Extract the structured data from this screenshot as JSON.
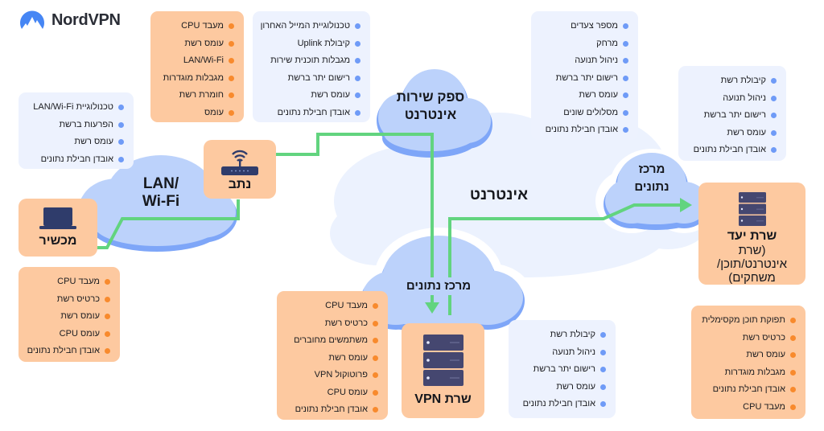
{
  "brand": {
    "name": "NordVPN",
    "logo_icon": "nordvpn-mountain-logo-icon"
  },
  "colors": {
    "panel_blue": "#edf2fe",
    "panel_orange": "#fdc9a0",
    "dot_blue": "#6f9bf7",
    "dot_orange": "#f88a2d",
    "cloud_light": "#bcd2fb",
    "cloud_shadow": "#7ea6f8",
    "internet_cloud": "#ecf2fe",
    "path_green": "#62d47f",
    "device_navy": "#2f3c6b"
  },
  "clouds": {
    "lan": "LAN/\nWi-Fi",
    "lan_line1": "LAN/",
    "lan_line2": "Wi-Fi",
    "isp_line1": "ספק שירות",
    "isp_line2": "אינטרנט",
    "internet": "אינטרנט",
    "datacenter_bottom": "מרכז נתונים",
    "datacenter_right_line1": "מרכז",
    "datacenter_right_line2": "נתונים"
  },
  "nodes": {
    "device": {
      "label": "מכשיר",
      "icon": "laptop-icon"
    },
    "router": {
      "label": "נתב",
      "icon": "router-icon"
    },
    "vpn_server": {
      "label": "שרת VPN",
      "icon": "server-icon"
    },
    "target_server": {
      "label": "שרת יעד",
      "sub1": "(שרת",
      "sub2": "אינטרנט/תוכן/",
      "sub3": "משחקים)",
      "icon": "server-icon"
    }
  },
  "panels": {
    "router_factors": [
      "מעבד CPU",
      "עומס רשת",
      "LAN/Wi-Fi",
      "מגבלות מוגדרות",
      "חומרת רשת",
      "עומס"
    ],
    "isp_factors": [
      "טכנולוגיית המייל האחרון",
      "קיבולת Uplink",
      "מגבלות תוכנית שירות",
      "רישום יתר ברשת",
      "עומס רשת",
      "אובדן חבילת נתונים"
    ],
    "lan_factors": [
      "טכנולוגיית LAN/Wi-Fi",
      "הפרעות ברשת",
      "עומס רשת",
      "אובדן חבילת נתונים"
    ],
    "internet_factors": [
      "מספר צעדים",
      "מרחק",
      "ניהול תנועה",
      "רישום יתר ברשת",
      "עומס רשת",
      "מסלולים שונים",
      "אובדן חבילת נתונים"
    ],
    "datacenter_right_factors": [
      "קיבולת רשת",
      "ניהול תנועה",
      "רישום יתר ברשת",
      "עומס רשת",
      "אובדן חבילת נתונים"
    ],
    "device_factors": [
      "מעבד CPU",
      "כרטיס רשת",
      "עומס רשת",
      "עומס CPU",
      "אובדן חבילת נתונים"
    ],
    "vpn_server_factors": [
      "מעבד CPU",
      "כרטיס רשת",
      "משתמשים מחוברים",
      "עומס רשת",
      "פרוטוקול VPN",
      "עומס CPU",
      "אובדן חבילת נתונים"
    ],
    "datacenter_bottom_factors": [
      "קיבולת רשת",
      "ניהול תנועה",
      "רישום יתר ברשת",
      "עומס רשת",
      "אובדן חבילת נתונים"
    ],
    "target_server_factors": [
      "תפוקת תוכן מקסימלית",
      "כרטיס רשת",
      "עומס רשת",
      "מגבלות מוגדרות",
      "אובדן חבילת נתונים",
      "מעבד CPU"
    ]
  }
}
